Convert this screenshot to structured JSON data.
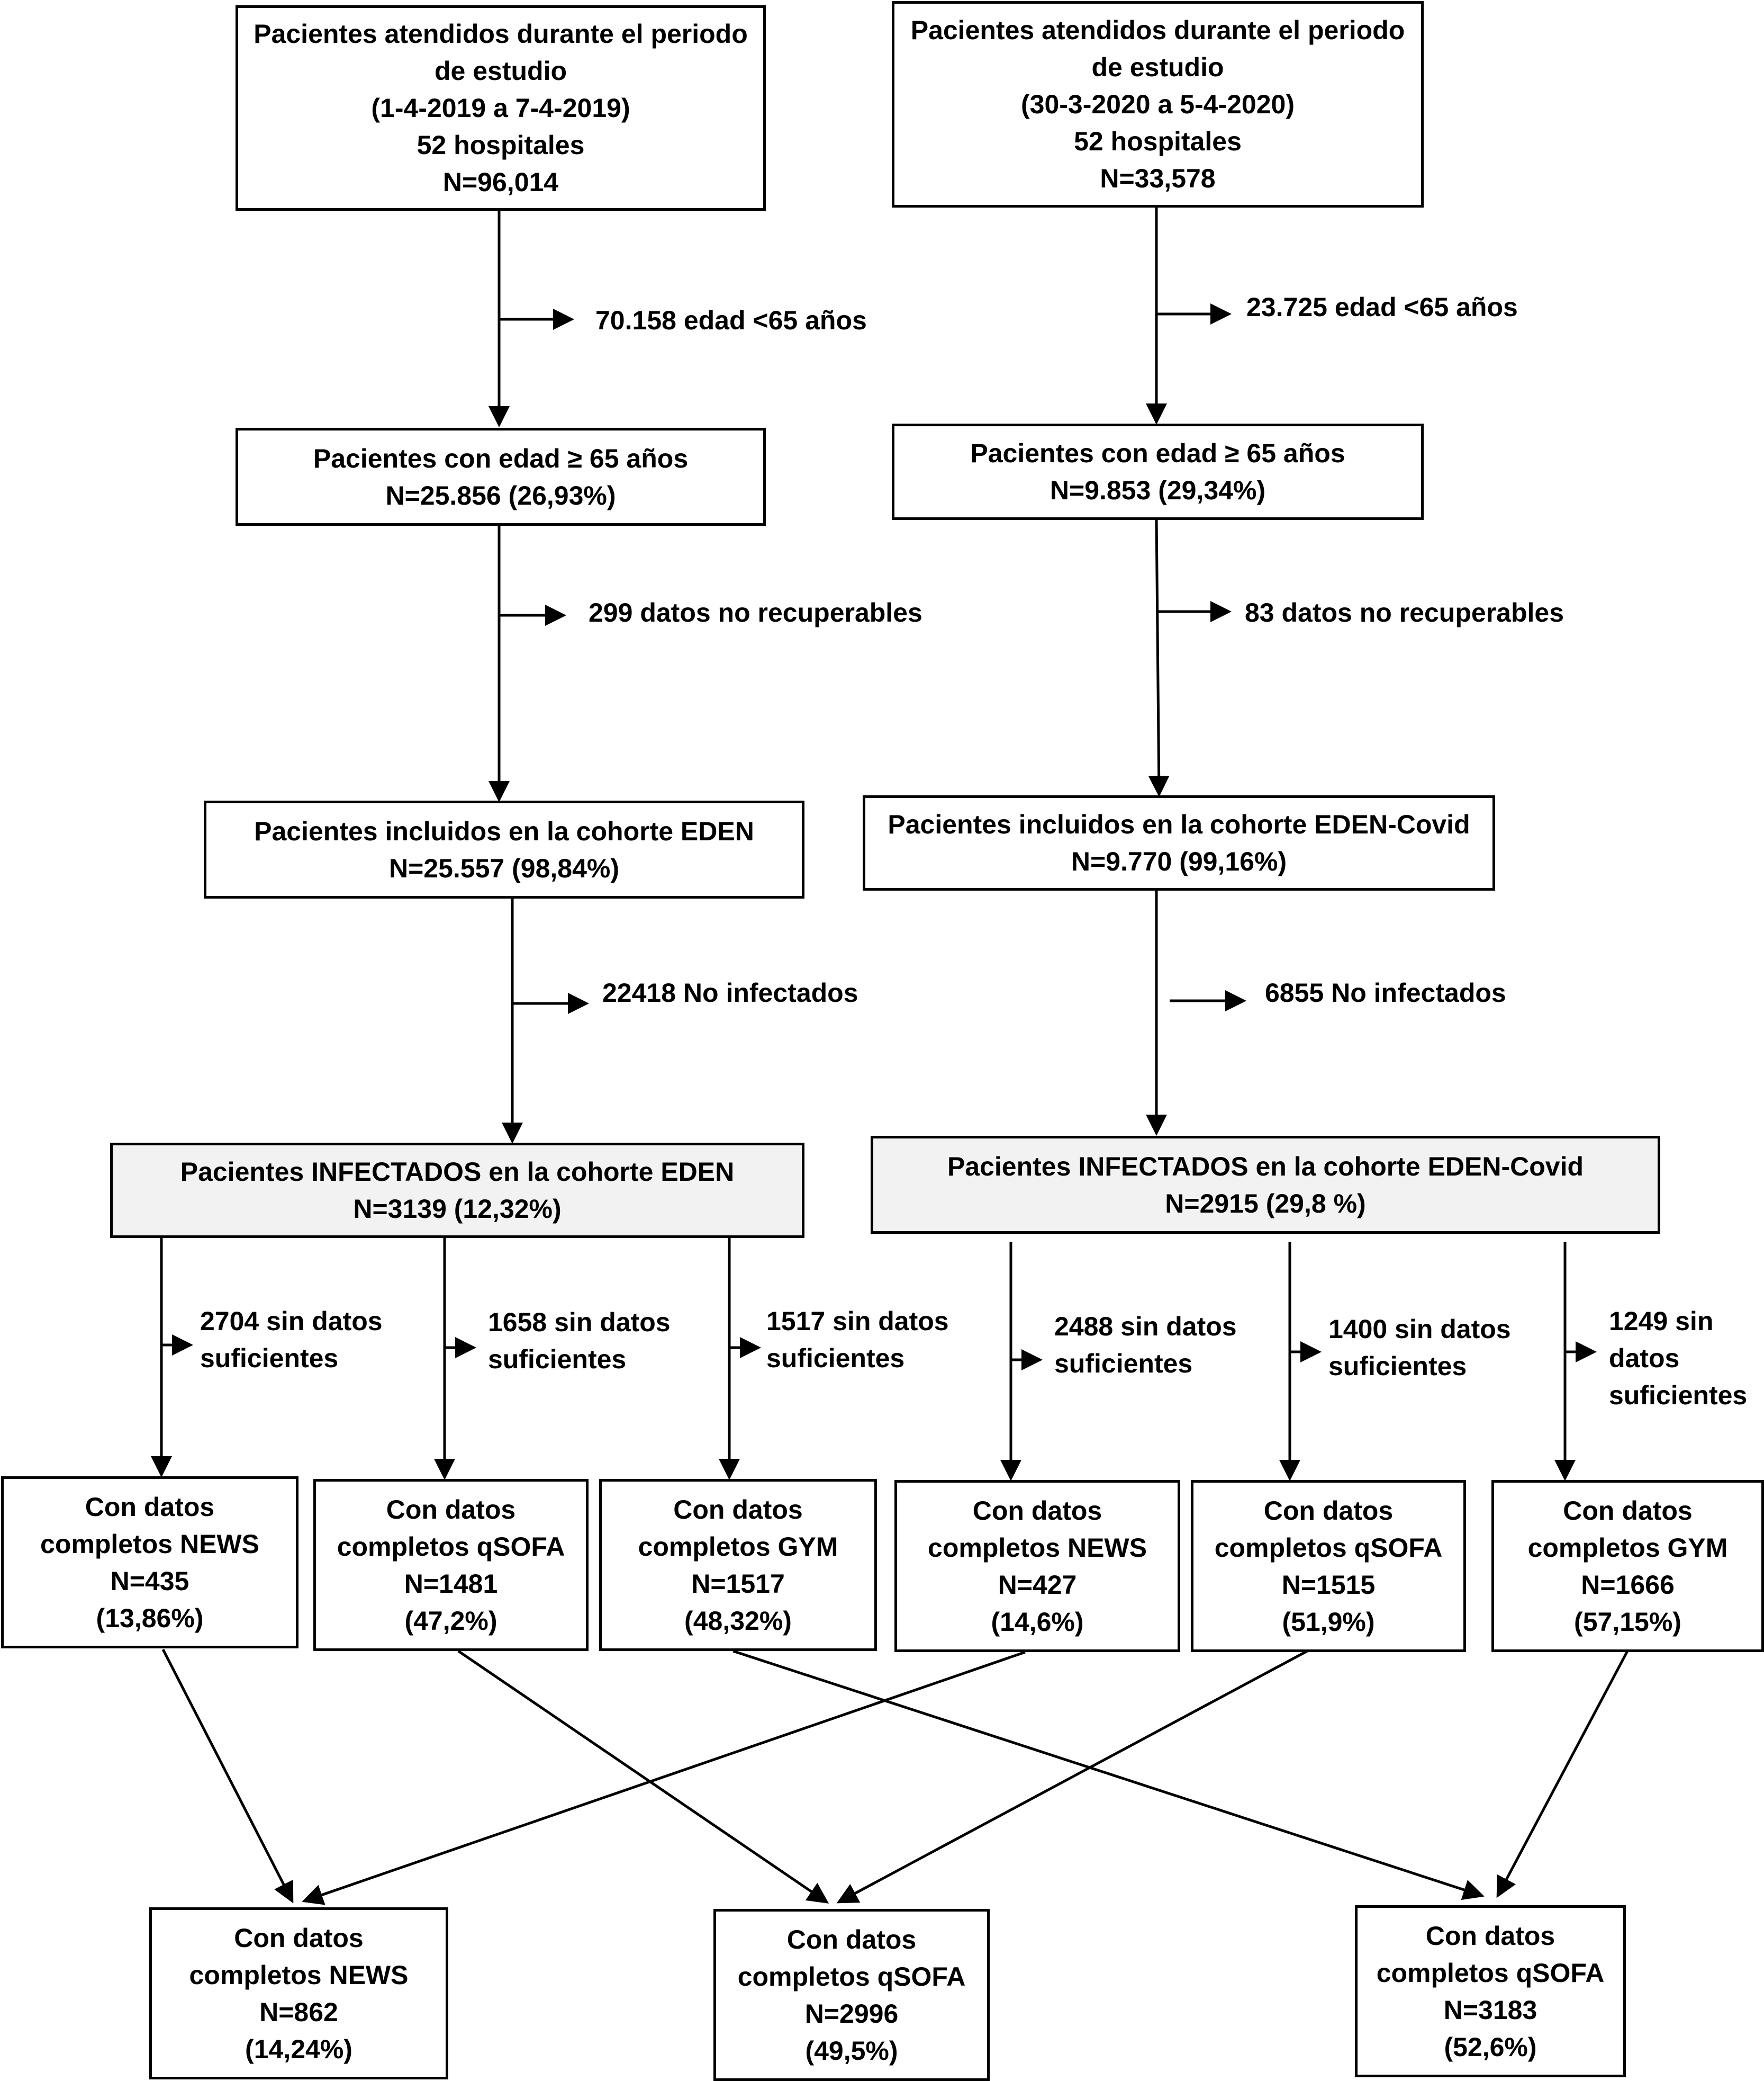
{
  "boxes": {
    "left_top": {
      "lines": [
        "Pacientes atendidos durante el periodo",
        "de estudio",
        "(1-4-2019 a 7-4-2019)",
        "52 hospitales",
        "N=96,014"
      ]
    },
    "right_top": {
      "lines": [
        "Pacientes atendidos durante el periodo",
        "de estudio",
        "(30-3-2020 a 5-4-2020)",
        "52 hospitales",
        "N=33,578"
      ]
    },
    "left_age": {
      "lines": [
        "Pacientes con edad  ≥ 65 años",
        "N=25.856 (26,93%)"
      ]
    },
    "right_age": {
      "lines": [
        "Pacientes con edad  ≥ 65 años",
        "N=9.853 (29,34%)"
      ]
    },
    "left_cohort": {
      "lines": [
        "Pacientes incluidos en la cohorte EDEN",
        "N=25.557 (98,84%)"
      ]
    },
    "right_cohort": {
      "lines": [
        "Pacientes incluidos en la cohorte EDEN-Covid",
        "N=9.770 (99,16%)"
      ]
    },
    "left_infected": {
      "lines": [
        "Pacientes INFECTADOS en la cohorte EDEN",
        "N=3139 (12,32%)"
      ]
    },
    "right_infected": {
      "lines": [
        "Pacientes INFECTADOS en la cohorte EDEN-Covid",
        "N=2915 (29,8 %)"
      ]
    },
    "l_news": {
      "lines": [
        "Con datos",
        "completos NEWS",
        "N=435",
        "(13,86%)"
      ]
    },
    "l_qsofa": {
      "lines": [
        "Con datos",
        "completos qSOFA",
        "N=1481",
        "(47,2%)"
      ]
    },
    "l_gym": {
      "lines": [
        "Con datos",
        "completos GYM",
        "N=1517",
        "(48,32%)"
      ]
    },
    "r_news": {
      "lines": [
        "Con datos",
        "completos NEWS",
        "N=427",
        "(14,6%)"
      ]
    },
    "r_qsofa": {
      "lines": [
        "Con datos",
        "completos qSOFA",
        "N=1515",
        "(51,9%)"
      ]
    },
    "r_gym": {
      "lines": [
        "Con datos",
        "completos GYM",
        "N=1666",
        "(57,15%)"
      ]
    },
    "f_news": {
      "lines": [
        "Con datos",
        "completos NEWS",
        "N=862",
        "(14,24%)"
      ]
    },
    "f_qsofa": {
      "lines": [
        "Con datos",
        "completos qSOFA",
        "N=2996",
        "(49,5%)"
      ]
    },
    "f_third": {
      "lines": [
        "Con datos",
        "completos qSOFA",
        "N=3183",
        "(52,6%)"
      ]
    }
  },
  "exclusions": {
    "left_age": {
      "lines": [
        "70.158 edad <65 años"
      ]
    },
    "right_age": {
      "lines": [
        "23.725 edad <65 años"
      ]
    },
    "left_lost": {
      "lines": [
        "299 datos no recuperables"
      ]
    },
    "right_lost": {
      "lines": [
        "83 datos no recuperables"
      ]
    },
    "left_noinf": {
      "lines": [
        "22418 No infectados"
      ]
    },
    "right_noinf": {
      "lines": [
        "6855 No infectados"
      ]
    },
    "l_news": {
      "lines": [
        "2704 sin datos",
        "suficientes"
      ]
    },
    "l_qsofa": {
      "lines": [
        "1658 sin datos",
        "suficientes"
      ]
    },
    "l_gym": {
      "lines": [
        "1517 sin datos",
        "suficientes"
      ]
    },
    "r_news": {
      "lines": [
        "2488 sin datos",
        "suficientes"
      ]
    },
    "r_qsofa": {
      "lines": [
        "1400 sin datos",
        "suficientes"
      ]
    },
    "r_gym": {
      "lines": [
        "1249 sin",
        "datos",
        "suficientes"
      ]
    }
  }
}
